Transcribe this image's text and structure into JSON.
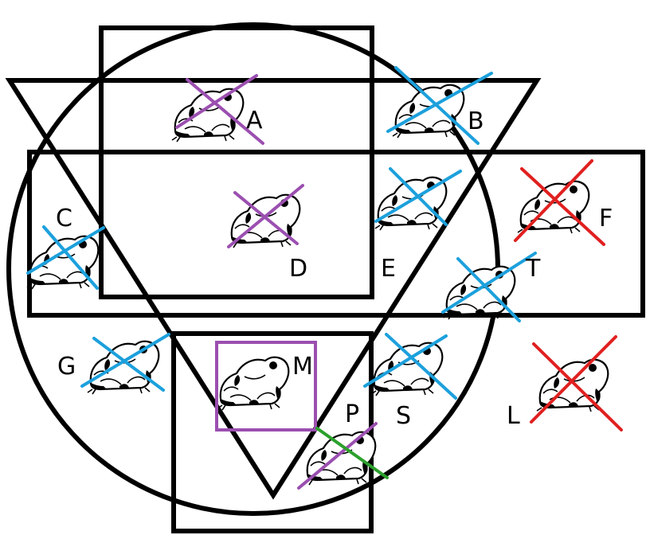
{
  "colors": {
    "outline": "#000000",
    "blue": "#1ca0dc",
    "purple": "#9b4fb0",
    "red": "#e02020",
    "green": "#2ca02c"
  },
  "icons": {
    "frog": "frog-icon"
  },
  "labels": {
    "A": "A",
    "B": "B",
    "C": "C",
    "D": "D",
    "E": "E",
    "F": "F",
    "G": "G",
    "L": "L",
    "M": "M",
    "P": "P",
    "S": "S",
    "T": "T"
  },
  "frogs": [
    {
      "id": "A",
      "mark": "purple-x"
    },
    {
      "id": "B",
      "mark": "blue-x"
    },
    {
      "id": "C",
      "mark": "blue-x"
    },
    {
      "id": "D",
      "mark": "purple-x"
    },
    {
      "id": "E",
      "mark": "blue-x"
    },
    {
      "id": "F",
      "mark": "red-x"
    },
    {
      "id": "G",
      "mark": "blue-x"
    },
    {
      "id": "L",
      "mark": "red-x"
    },
    {
      "id": "M",
      "mark": "purple-box"
    },
    {
      "id": "P",
      "mark": "purple-green-x"
    },
    {
      "id": "S",
      "mark": "blue-x"
    },
    {
      "id": "T",
      "mark": "blue-x"
    }
  ]
}
